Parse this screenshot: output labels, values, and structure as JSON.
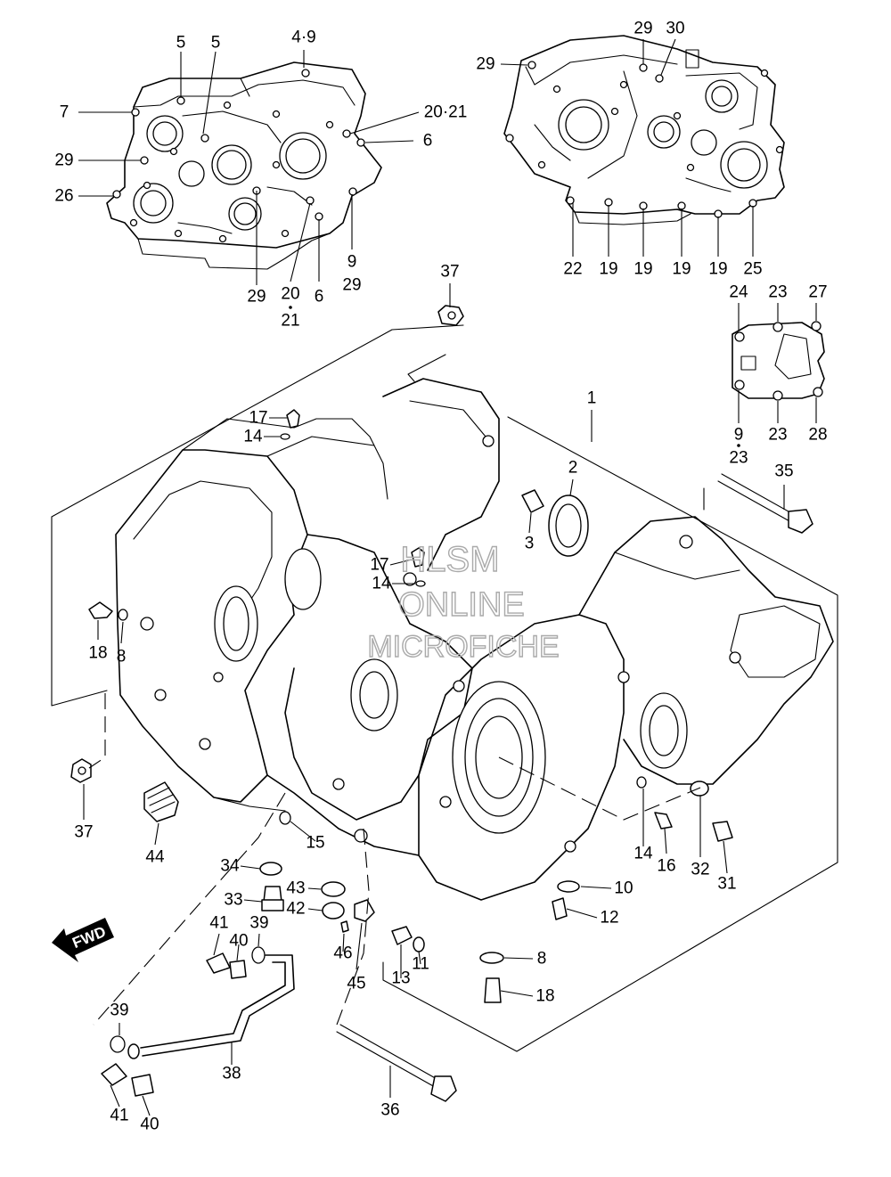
{
  "labels": {
    "l1": "1",
    "l2": "2",
    "l3": "3",
    "l4_9": "4·9",
    "l5a": "5",
    "l5b": "5",
    "l6a": "6",
    "l6b": "6",
    "l7": "7",
    "l8a": "8",
    "l8b": "8",
    "l9": "9",
    "l9_23": "9",
    "l10": "10",
    "l11": "11",
    "l12": "12",
    "l13": "13",
    "l14a": "14",
    "l14b": "14",
    "l14c": "14",
    "l15": "15",
    "l16": "16",
    "l17a": "17",
    "l17b": "17",
    "l18a": "18",
    "l18b": "18",
    "l19a": "19",
    "l19b": "19",
    "l19c": "19",
    "l19d": "19",
    "l20_21a": "20·21",
    "l20": "20",
    "l21": "21",
    "l22": "22",
    "l23a": "23",
    "l23b": "23",
    "l23c": "23",
    "l24": "24",
    "l25": "25",
    "l26": "26",
    "l27": "27",
    "l28": "28",
    "l29a": "29",
    "l29b": "29",
    "l29c": "29",
    "l29d": "29",
    "l29e": "29",
    "l30": "30",
    "l31": "31",
    "l32": "32",
    "l33": "33",
    "l34": "34",
    "l35": "35",
    "l36": "36",
    "l37a": "37",
    "l37b": "37",
    "l38": "38",
    "l39a": "39",
    "l39b": "39",
    "l40a": "40",
    "l40b": "40",
    "l41a": "41",
    "l41b": "41",
    "l42": "42",
    "l43": "43",
    "l44": "44",
    "l45": "45",
    "l46": "46"
  },
  "fwd_badge": "FWD",
  "watermark": {
    "line1": "HLSM",
    "line2": "ONLINE",
    "line3": "MICROFICHE"
  }
}
